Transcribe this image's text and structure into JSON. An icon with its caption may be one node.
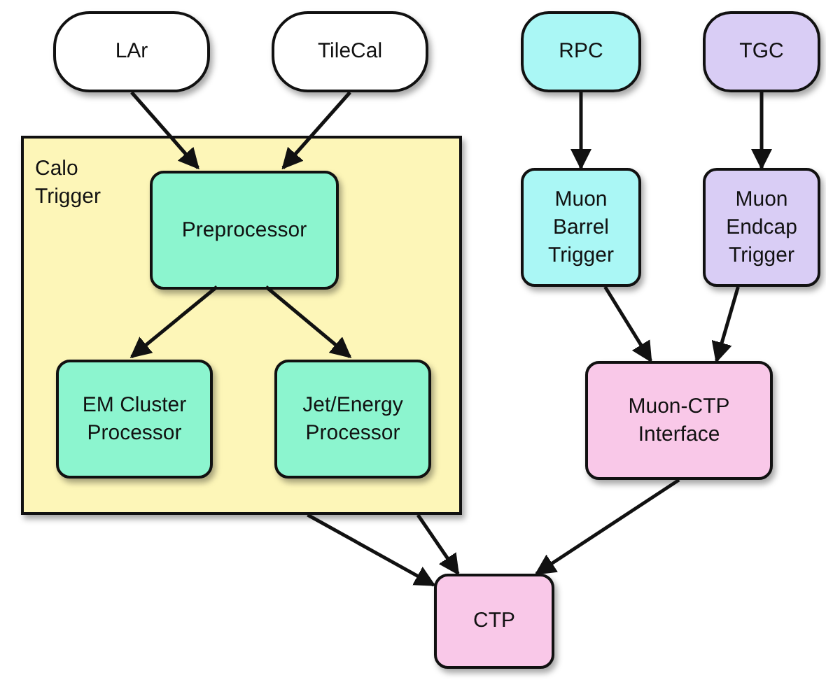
{
  "diagram": {
    "nodes": [
      {
        "text": [
          "LAr"
        ]
      },
      {
        "text": [
          "TileCal"
        ]
      },
      {
        "text": [
          "RPC"
        ]
      },
      {
        "text": [
          "TGC"
        ]
      },
      {
        "text": [
          "Calo Trigger"
        ]
      },
      {
        "text": [
          "Preprocessor"
        ],
        "in": 4
      },
      {
        "text": [
          "EM Cluster Processor"
        ],
        "in": 4
      },
      {
        "text": [
          "Jet/Energy Processor"
        ],
        "in": 4
      },
      {
        "text": [
          "Muon Barrel Trigger"
        ]
      },
      {
        "text": [
          "Muon Endcap Trigger"
        ]
      },
      {
        "text": [
          "Muon-CTP Interface"
        ]
      },
      {
        "text": [
          "CTP"
        ]
      }
    ],
    "edges": [
      {
        "from": 0,
        "to": 5,
        "arrow": "to"
      },
      {
        "from": 1,
        "to": 5,
        "arrow": "to"
      },
      {
        "from": 5,
        "to": 6,
        "arrow": "to"
      },
      {
        "from": 5,
        "to": 7,
        "arrow": "to"
      },
      {
        "from": 2,
        "to": 8,
        "arrow": "to"
      },
      {
        "from": 3,
        "to": 9,
        "arrow": "to"
      },
      {
        "from": 8,
        "to": 10,
        "arrow": "to"
      },
      {
        "from": 9,
        "to": 10,
        "arrow": "to"
      },
      {
        "from": 4,
        "to": 11,
        "arrow": "to"
      },
      {
        "from": 4,
        "to": 11,
        "arrow": "to"
      },
      {
        "from": 10,
        "to": 11,
        "arrow": "to"
      }
    ]
  }
}
